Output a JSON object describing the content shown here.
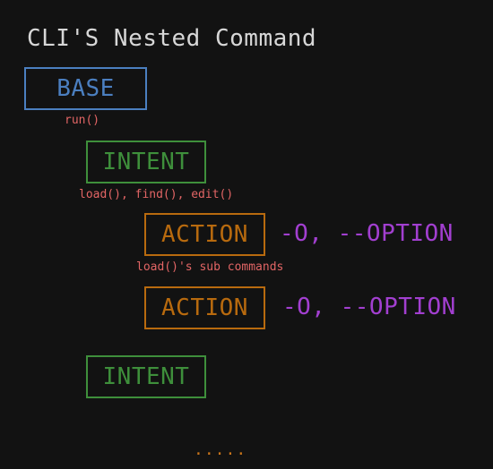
{
  "title": "CLI'S Nested Command",
  "nodes": {
    "base": {
      "label": "BASE",
      "note": "run()"
    },
    "intent_1": {
      "label": "INTENT",
      "note": "load(), find(), edit()"
    },
    "action_1": {
      "label": "ACTION",
      "note": "load()'s sub commands",
      "option": "-O, --OPTION"
    },
    "action_2": {
      "label": "ACTION",
      "option": "-O, --OPTION"
    },
    "intent_2": {
      "label": "INTENT"
    }
  },
  "ellipsis": "....."
}
